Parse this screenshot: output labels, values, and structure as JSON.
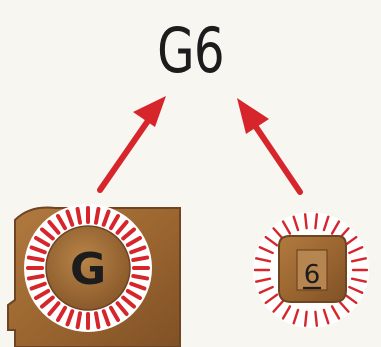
{
  "title": "G6",
  "tiles": {
    "left_letter": "G",
    "right_letter": "6"
  },
  "colors": {
    "background": "#f7f6f1",
    "arrow": "#d6262b",
    "wood": "#a06a35",
    "wood_dark": "#6e4422",
    "tile_text": "#1c1c1c",
    "ring_dash": "#d6262b",
    "ring_bg": "#ffffff"
  },
  "icons": [
    "arrow-up-right-icon",
    "arrow-up-left-icon"
  ]
}
